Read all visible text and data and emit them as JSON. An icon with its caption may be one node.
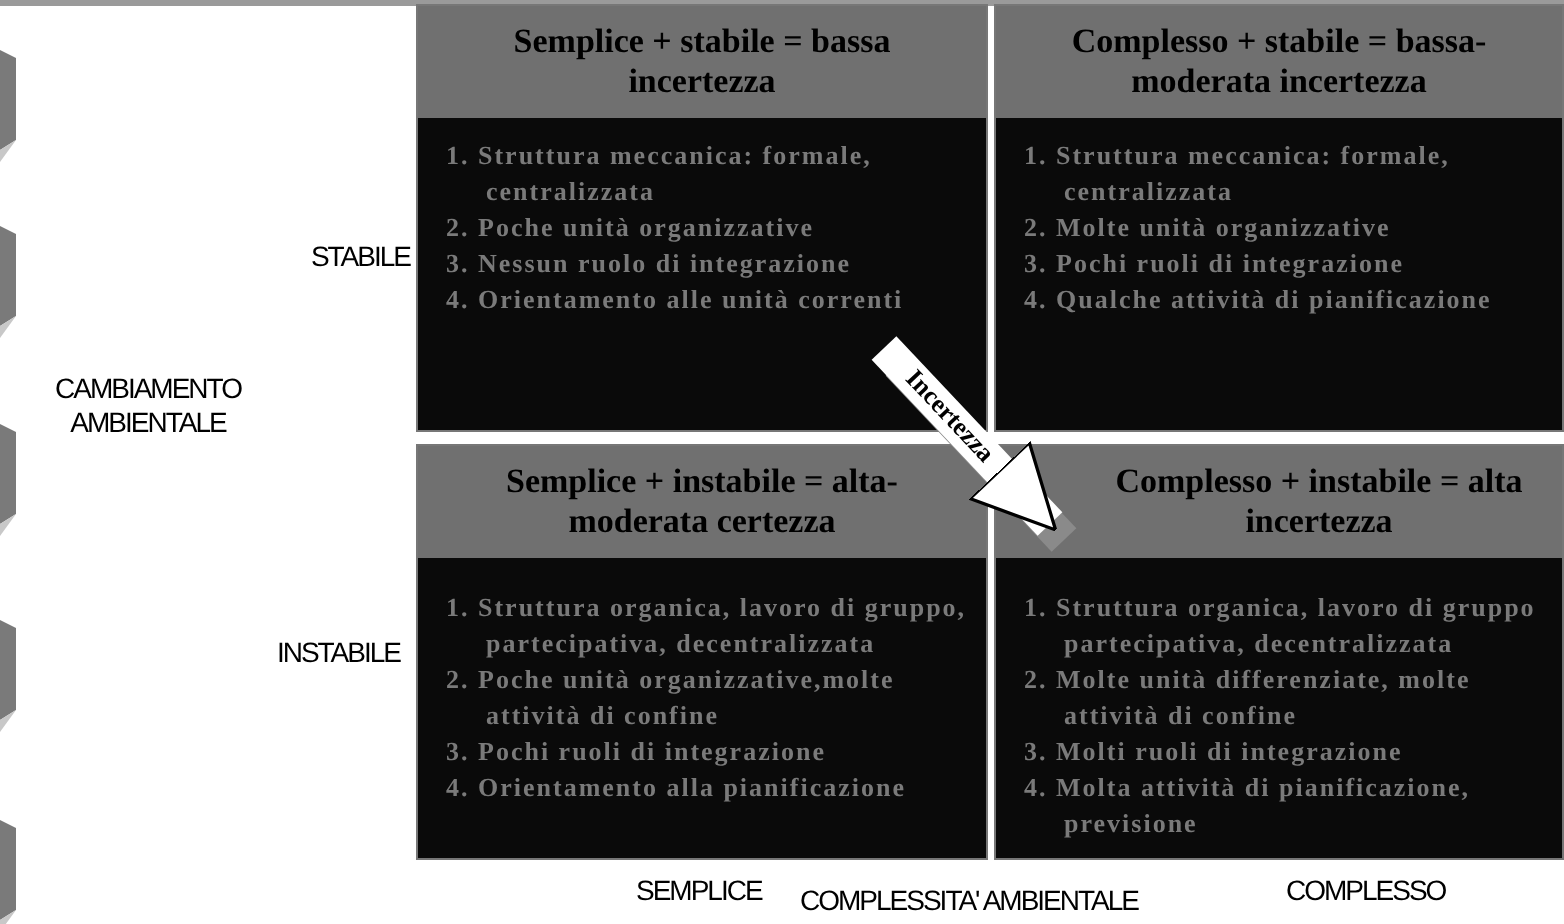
{
  "diagram": {
    "nodes": [
      {
        "text": [
          "Semplice + stabile = bassa incertezza",
          "1. Struttura meccanica: formale, centralizzata",
          "2. Poche unità organizzative",
          "3. Nessun ruolo di integrazione",
          "4. Orientamento alle unità correnti"
        ]
      },
      {
        "text": [
          "Complesso + stabile = bassa-moderata incertezza",
          "1. Struttura meccanica: formale, centralizzata",
          "2. Molte unità organizzative",
          "3. Pochi ruoli di integrazione",
          "4. Qualche attività di pianificazione"
        ]
      },
      {
        "text": [
          "Semplice + instabile = alta-moderata certezza",
          "1. Struttura organica, lavoro di gruppo, partecipativa, decentralizzata",
          "2. Poche unità organizzative,molte attività di confine",
          "3. Pochi ruoli di integrazione",
          "4. Orientamento alla pianificazione"
        ]
      },
      {
        "text": [
          "Complesso + instabile = alta incertezza",
          "1. Struttura organica, lavoro di gruppo partecipativa, decentralizzata",
          "2. Molte unità differenziate, molte attività di confine",
          "3. Molti ruoli di integrazione",
          "4. Molta attività di pianificazione, previsione"
        ]
      }
    ],
    "edges": [
      {
        "from": 0,
        "to": 3,
        "arrow": "to",
        "label": "Incertezza"
      }
    ],
    "labels": [
      "STABILE",
      "CAMBIAMENTO AMBIENTALE",
      "INSTABILE",
      "SEMPLICE",
      "COMPLESSITA' AMBIENTALE",
      "COMPLESSO"
    ]
  }
}
